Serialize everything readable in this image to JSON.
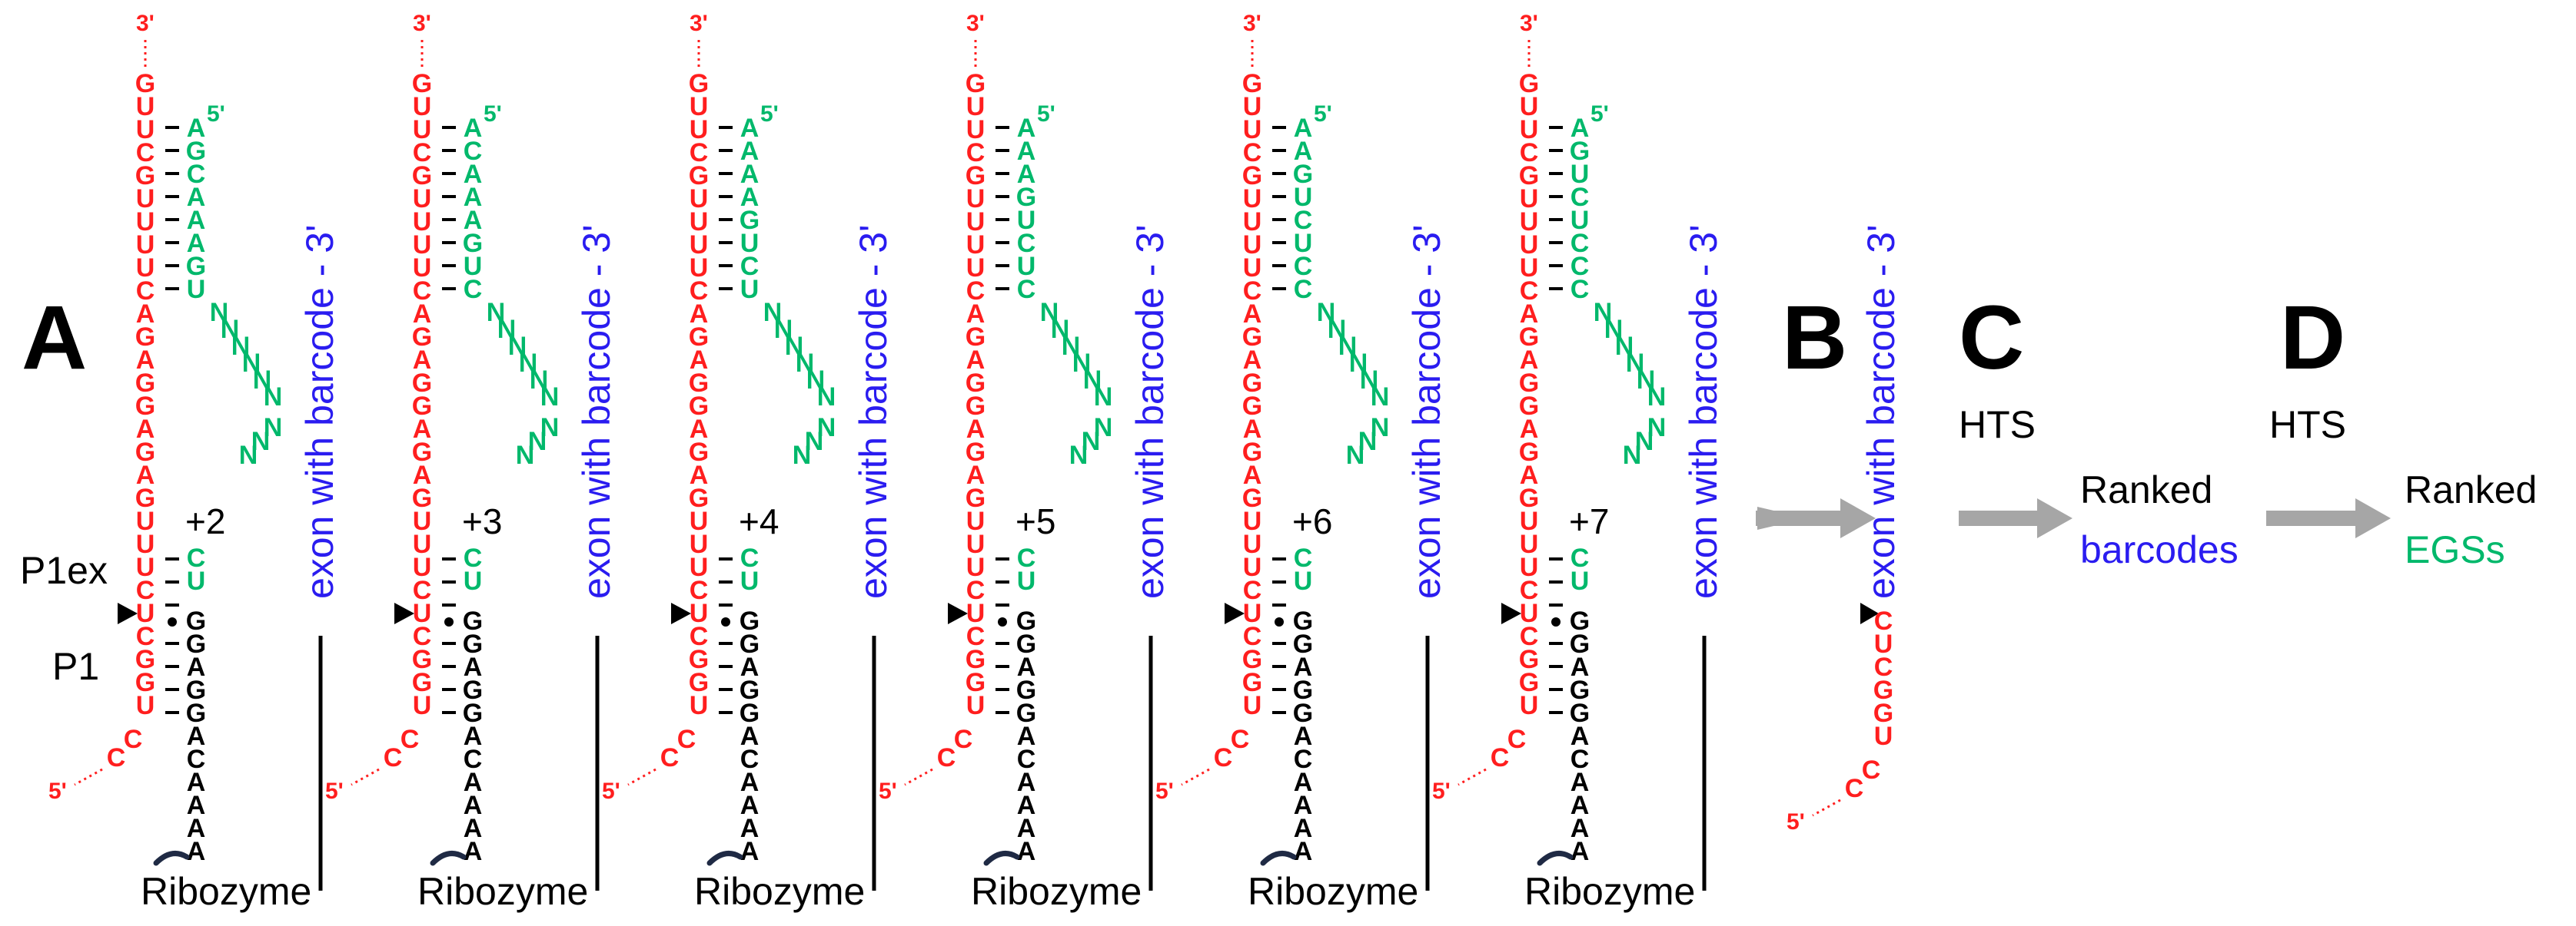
{
  "colors": {
    "target": "#ff1e1e",
    "egs": "#00b86b",
    "exon": "#2a1cf0",
    "black": "#000000",
    "arrow": "#a6a6a6",
    "tail": "#1f2a44"
  },
  "panel_letters": [
    "A",
    "B",
    "C",
    "D"
  ],
  "panels": [
    {
      "offset": "+2",
      "egs_top": [
        "A",
        "G",
        "C",
        "A",
        "A",
        "A",
        "G",
        "U"
      ]
    },
    {
      "offset": "+3",
      "egs_top": [
        "A",
        "C",
        "A",
        "A",
        "A",
        "G",
        "U",
        "C"
      ]
    },
    {
      "offset": "+4",
      "egs_top": [
        "A",
        "A",
        "A",
        "A",
        "G",
        "U",
        "C",
        "U"
      ]
    },
    {
      "offset": "+5",
      "egs_top": [
        "A",
        "A",
        "A",
        "G",
        "U",
        "C",
        "U",
        "C"
      ]
    },
    {
      "offset": "+6",
      "egs_top": [
        "A",
        "A",
        "G",
        "U",
        "C",
        "U",
        "C",
        "C"
      ]
    },
    {
      "offset": "+7",
      "egs_top": [
        "A",
        "G",
        "U",
        "C",
        "U",
        "C",
        "C",
        "C"
      ]
    }
  ],
  "target_strand": [
    "G",
    "U",
    "U",
    "C",
    "G",
    "U",
    "U",
    "U",
    "U",
    "C",
    "A",
    "G",
    "A",
    "G",
    "G",
    "A",
    "G",
    "A",
    "G",
    "U",
    "U",
    "U",
    "C",
    "U",
    "C",
    "G",
    "G",
    "U"
  ],
  "target_strand_b": [
    "C",
    "U",
    "C",
    "G",
    "G",
    "U"
  ],
  "ribozyme_strand": [
    "G",
    "G",
    "A",
    "G",
    "G",
    "A",
    "C",
    "A",
    "A",
    "A",
    "A"
  ],
  "labels": {
    "three_prime": "3'",
    "five_prime": "5'",
    "five_prime_egs": "5'",
    "p1ex": "P1ex",
    "p1": "P1",
    "exon_text": "exon with barcode - 3'",
    "ribozyme": "Ribozyme",
    "hts": "HTS",
    "ranked": "Ranked",
    "barcodes": "barcodes",
    "egss": "EGSs"
  }
}
